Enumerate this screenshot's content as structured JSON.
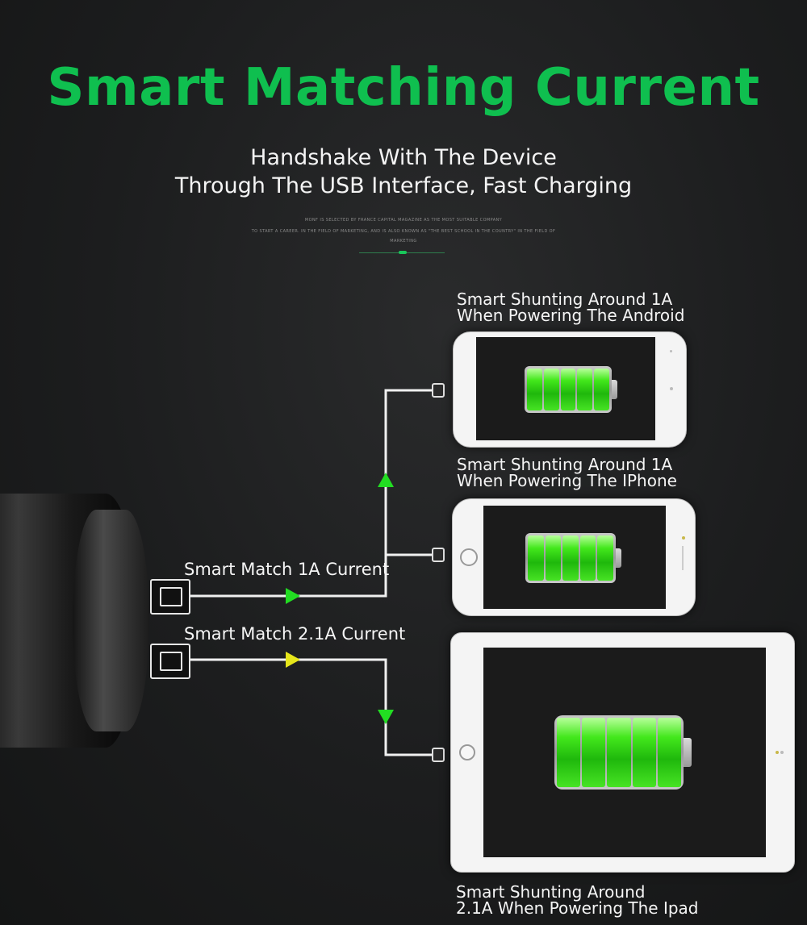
{
  "title": "Smart Matching Current",
  "subtitle_line1": "Handshake With The Device",
  "subtitle_line2": "Through The USB Interface, Fast Charging",
  "fine_print": [
    "MONF IS SELECTED BY FRANCE CAPITAL MAGAZINE AS THE MOST SUITABLE COMPANY",
    "TO START A CAREER. IN THE FIELD OF MARKETING, AND IS ALSO KNOWN AS \"THE BEST SCHOOL IN THE COUNTRY\" IN THE FIELD OF",
    "MARKETING"
  ],
  "labels": {
    "android": [
      "Smart Shunting Around 1A",
      "When Powering The Android"
    ],
    "iphone": [
      "Smart Shunting Around 1A",
      "When Powering The IPhone"
    ],
    "ipad": [
      "Smart Shunting Around",
      "2.1A When Powering The Ipad"
    ],
    "port1": "Smart Match 1A Current",
    "port2": "Smart Match 2.1A Current"
  },
  "colors": {
    "title_green": "#0fbf4f",
    "arrow_green": "#22dd22",
    "arrow_yellow": "#e6e61a",
    "wire": "#f0f0f0"
  },
  "icons": [
    "battery-icon",
    "arrow-up-icon",
    "arrow-right-icon",
    "arrow-down-icon",
    "usb-port-icon"
  ]
}
